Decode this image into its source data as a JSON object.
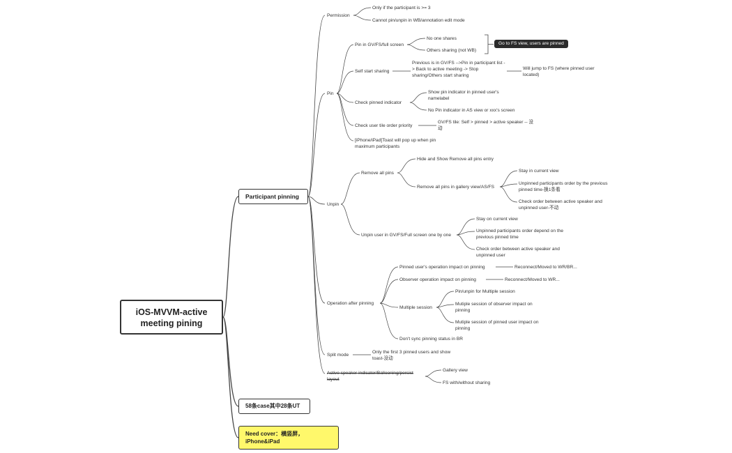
{
  "root": {
    "label": "iOS-MVVM-active meeting pining"
  },
  "branches": {
    "participant_pinning": "Participant pinning",
    "case_count": "58条case其中28条UT",
    "need_cover": "Need cover：横竖屏，iPhone&iPad"
  },
  "permission": {
    "label": "Permission",
    "items": [
      "Only if the participant is >= 3",
      "Cannot pin/unpin in WB/annotation edit mode"
    ]
  },
  "pin": {
    "label": "Pin",
    "gv_fs": {
      "label": "Pin in GV/FS/full screen",
      "items": [
        "No one shares",
        "Others sharing (not WB)"
      ],
      "callout": "Go to FS view, users are pinned"
    },
    "self_start": {
      "label": "Self start sharing",
      "previous": "Previous is in GV/FS -->Pin in participant list -> Back to active meeting -> Stop sharing/Others start sharing",
      "result": "Will jump to FS (where pinned user located)"
    },
    "indicator": {
      "label": "Check pinned indicator",
      "items": [
        "Show pin indicator in pinned user's namelabel",
        "No Pin indicator in AS view or xxx's screen"
      ]
    },
    "tile_order": {
      "label": "Check user tile order priority",
      "value": "GV/FS tile: Self > pinned > active speaker -- 没动"
    },
    "toast": "[iPhone/iPad]Toast will pop up when pin maximum participants"
  },
  "unpin": {
    "label": "Unpin",
    "remove_all": {
      "label": "Remove all pins",
      "hide_show": "Hide and Show Remove all pins entry",
      "gallery": "Remove all pins in gallery view/AS/FS",
      "gallery_items": [
        "Stay in current view",
        "Unpinned participants order by the previous pinned time-换1条看",
        "Check order between active speaker and unpinned user-不动"
      ]
    },
    "one_by_one": {
      "label": "Unpin user in GV/FS/Full screen one by one",
      "items": [
        "Stay on current view",
        "Unpinned participants order depend on the previous pinned time",
        "Check order between active speaker and unpinned user"
      ]
    }
  },
  "operation": {
    "label": "Operation after pinning",
    "pinned_user": {
      "label": "Pinned user's operation impact on pinning",
      "result": "Reconnect/Moved to WR/BR..."
    },
    "observer": {
      "label": "Observer operation impact on pinning",
      "result": "Reconnect/Moved to WR..."
    },
    "multiple": {
      "label": "Multiple session",
      "items": [
        "Pin/unpin for Multiple session",
        "Mutiple session of observer impact on pinning",
        "Mutiple session of pinned user impact on pinning"
      ]
    },
    "no_sync": "Don't sync pinning status in BR"
  },
  "split": {
    "label": "Split mode",
    "value": "Only the first 3 pinned users and show toast-没动"
  },
  "active_speaker": {
    "label": "Active speaker indicator/Ballooning/persist layout",
    "items": [
      "Gallery view",
      "FS with/without sharing"
    ]
  }
}
